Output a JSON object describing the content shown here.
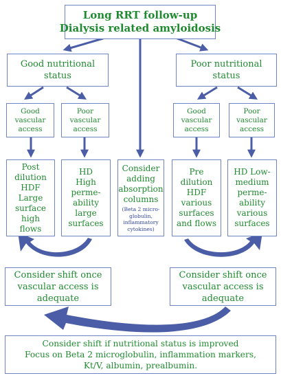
{
  "top": {
    "lines": [
      "Long RRT follow-up",
      "Dialysis related amyloidosis"
    ]
  },
  "good_nutrition": {
    "lines": [
      "Good nutritional",
      "status"
    ]
  },
  "poor_nutrition": {
    "lines": [
      "Poor nutritional",
      "status"
    ]
  },
  "access": {
    "good_left": {
      "lines": [
        "Good",
        "vascular",
        "access"
      ]
    },
    "poor_left": {
      "lines": [
        "Poor",
        "vascular",
        "access"
      ]
    },
    "good_right": {
      "lines": [
        "Good",
        "vascular",
        "access"
      ]
    },
    "poor_right": {
      "lines": [
        "Poor",
        "vascular",
        "access"
      ]
    }
  },
  "treatments": {
    "post_dilution": {
      "lines": [
        "Post",
        "dilution",
        "HDF",
        "Large",
        "surface",
        "high",
        "flows"
      ]
    },
    "hd_high": {
      "lines": [
        "HD",
        "High",
        "perme-",
        "ability",
        "large",
        "surfaces"
      ]
    },
    "absorption": {
      "lines": [
        "Consider",
        "adding",
        "absorption",
        "columns"
      ],
      "note_lines": [
        "(Beta 2 micro-",
        "globulin,",
        "inflammatory",
        "cytokines)"
      ]
    },
    "pre_dilution": {
      "lines": [
        "Pre",
        "dilution",
        "HDF",
        "various",
        "surfaces",
        "and flows"
      ]
    },
    "hd_low": {
      "lines": [
        "HD Low-",
        "medium",
        "perme-",
        "ability",
        "various",
        "surfaces"
      ]
    }
  },
  "shift_left": {
    "lines": [
      "Consider shift once",
      "vascular access is",
      "adequate"
    ]
  },
  "shift_right": {
    "lines": [
      "Consider shift once",
      "vascular access is",
      "adequate"
    ]
  },
  "bottom": {
    "lines": [
      "Consider shift if nutritional status is improved",
      "Focus on Beta 2 microglobulin,  inflammation markers,",
      "Kt/V, albumin, prealbumin."
    ]
  },
  "colors": {
    "text": "#1f8a2f",
    "border": "#6d83c3",
    "arrow": "#4a5da6",
    "note": "#3346a0"
  }
}
